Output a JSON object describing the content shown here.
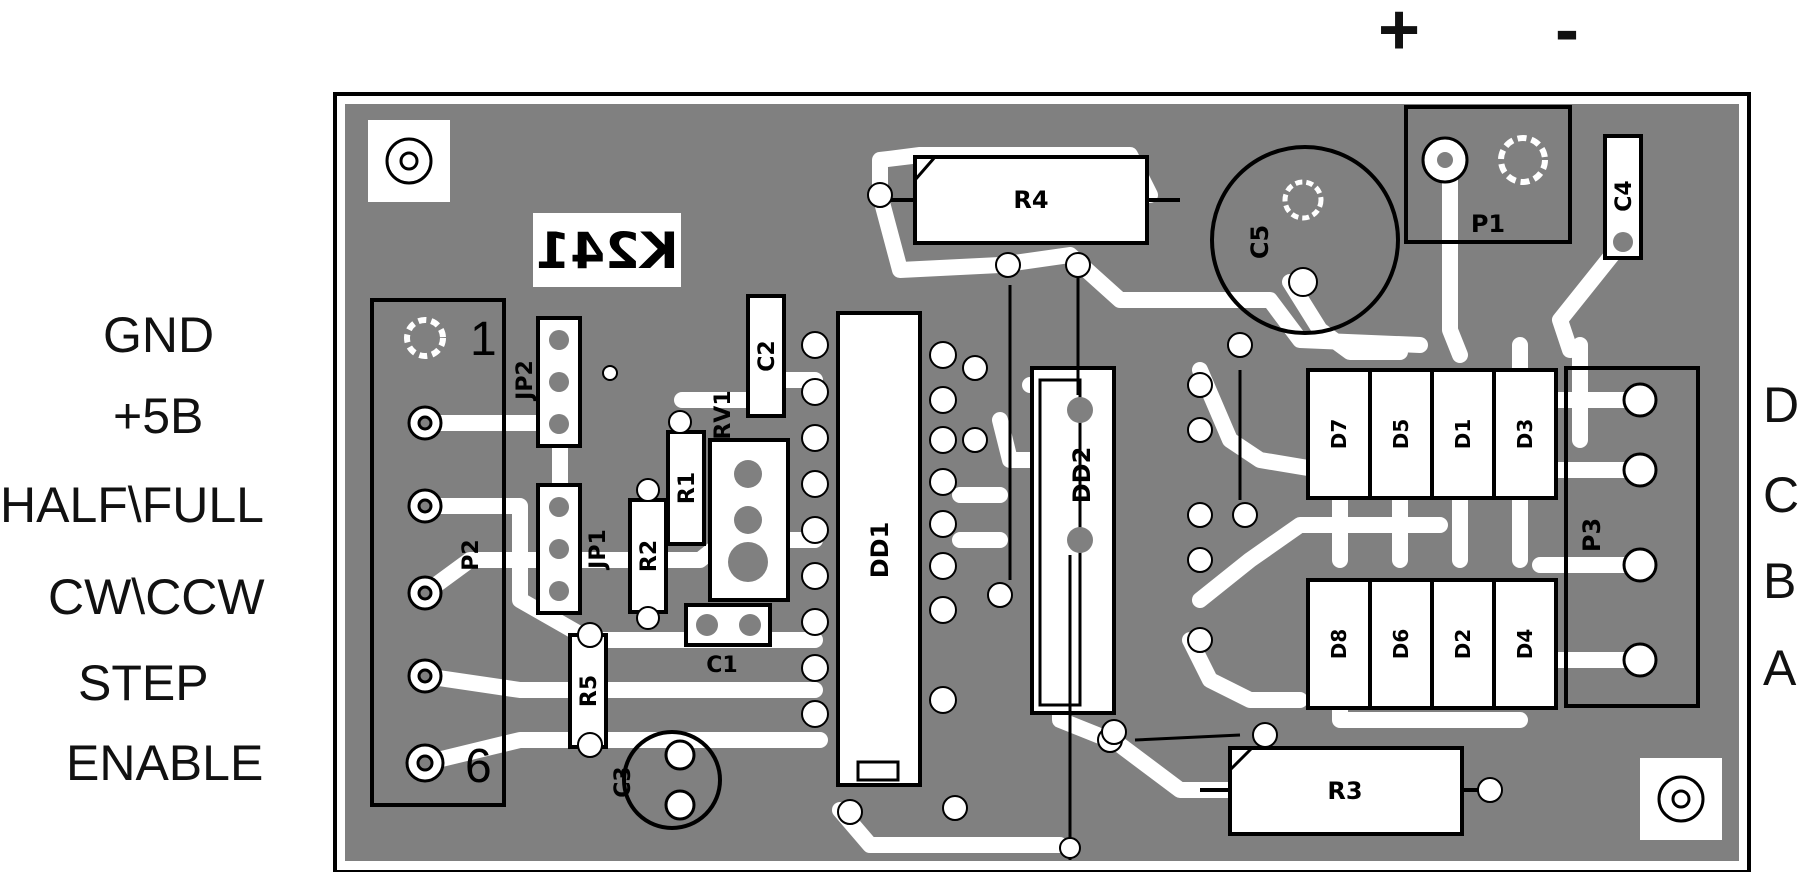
{
  "polarity": {
    "plus": "+",
    "minus": "-"
  },
  "left_labels": [
    "GND",
    "+5B",
    "HALF\\FULL",
    "CW\\CCW",
    "STEP",
    "ENABLE"
  ],
  "right_labels": [
    "D",
    "C",
    "B",
    "A"
  ],
  "pcb": {
    "mark": "K241",
    "pin_numbers": {
      "first": "1",
      "last": "6"
    },
    "refs": {
      "r1": "R1",
      "r2": "R2",
      "r3": "R3",
      "r4": "R4",
      "r5": "R5",
      "c1": "C1",
      "c2": "C2",
      "c3": "C3",
      "c4": "C4",
      "c5": "C5",
      "p1": "P1",
      "p2": "P2",
      "p3": "P3",
      "dd1": "DD1",
      "dd2": "DD2",
      "jp1": "JP1",
      "jp2": "JP2",
      "rv1": "RV1",
      "d1": "D1",
      "d2": "D2",
      "d3": "D3",
      "d4": "D4",
      "d5": "D5",
      "d6": "D6",
      "d7": "D7",
      "d8": "D8"
    }
  },
  "colors": {
    "copper": "#808080",
    "track": "#ffffff",
    "outline": "#000000",
    "background": "#ffffff"
  }
}
